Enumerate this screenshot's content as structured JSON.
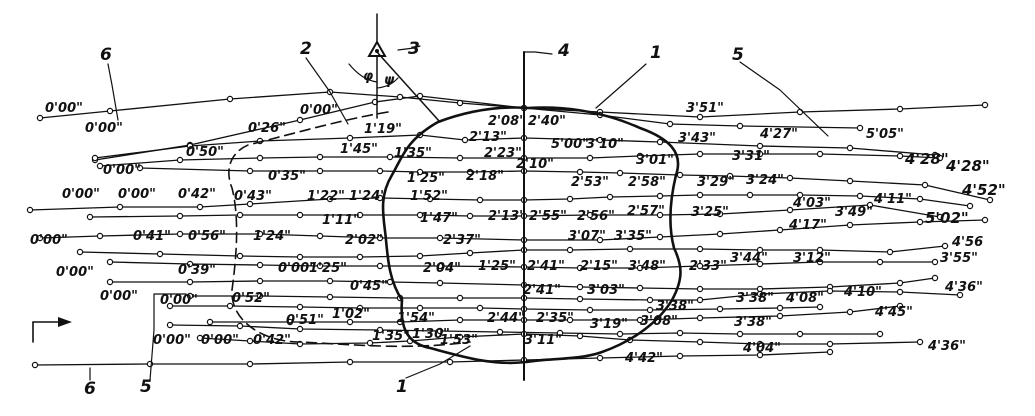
{
  "figure": {
    "reference_numbers": [
      "1",
      "2",
      "3",
      "4",
      "5",
      "6"
    ],
    "angle_symbols": [
      "φ",
      "ψ"
    ],
    "time_labels": [
      "0'00\"",
      "0'00\"",
      "0'26\"",
      "0'00\"",
      "0'50\"",
      "0'00\"",
      "0'00\"",
      "0'00\"",
      "0'42\"",
      "0'43\"",
      "0'00\"",
      "0'41\"",
      "0'56\"",
      "0'00\"",
      "0'39\"",
      "0'00\"",
      "0'00\"",
      "0'52\"",
      "0'00\"",
      "0'00\"",
      "0'42\"",
      "0'35\"",
      "1'19\"",
      "1'45\"",
      "1'35\"",
      "1'22\"",
      "1'24\"",
      "1'25\"",
      "1'52\"",
      "1'11\"",
      "1'47\"",
      "1'24\"",
      "2'02\"",
      "2'37\"",
      "0'00\"",
      "1'25\"",
      "2'04\"",
      "1'25\"",
      "0'45\"",
      "0'51\"",
      "1'02\"",
      "1'54\"",
      "1'35\"",
      "1'30\"",
      "1'53\"",
      "2'08\"",
      "2'40\"",
      "2'13\"",
      "2'23\"",
      "5'00\"",
      "3'10\"",
      "2'10\"",
      "2'18\"",
      "2'53\"",
      "2'13\"",
      "2'55\"",
      "2'56\"",
      "2'57\"",
      "3'07\"",
      "3'35\"",
      "2'41\"",
      "2'15\"",
      "3'48\"",
      "2'41\"",
      "3'03\"",
      "2'44\"",
      "2'35\"",
      "3'19\"",
      "3'08\"",
      "3'11\"",
      "3'51\"",
      "3'43\"",
      "4'27\"",
      "5'05\"",
      "3'01\"",
      "3'31\"",
      "4'28\"",
      "4'28\"",
      "2'58\"",
      "3'29\"",
      "3'24\"",
      "4'52\"",
      "3'25\"",
      "4'03\"",
      "3'49\"",
      "4'11\"",
      "4'17\"",
      "5'02\"",
      "4'56",
      "2'33\"",
      "3'44\"",
      "3'12\"",
      "3'55\"",
      "3'38\"",
      "3'38\"",
      "4'08\"",
      "4'10\"",
      "4'36\"",
      "3'38\"",
      "4'45\"",
      "4'04\"",
      "4'36\"",
      "4'42\""
    ]
  }
}
